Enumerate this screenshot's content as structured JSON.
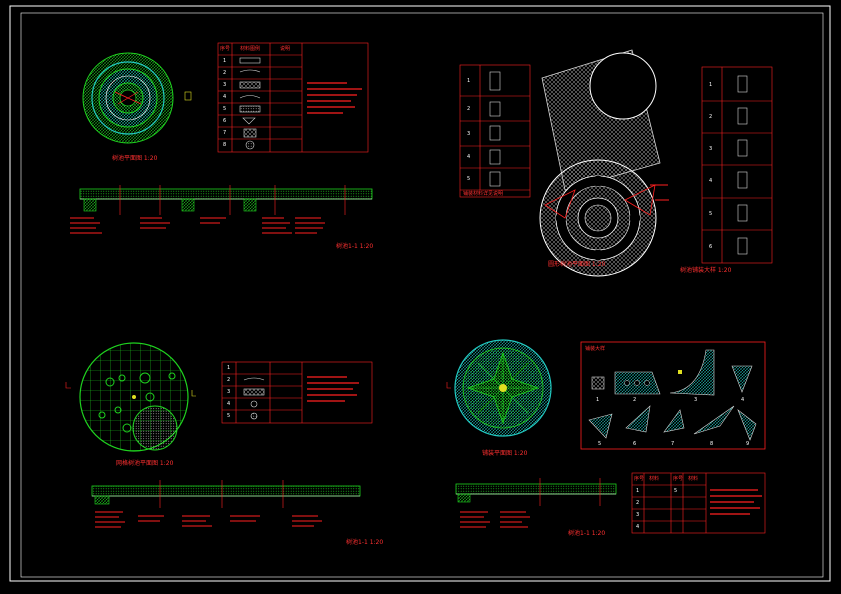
{
  "drawing": {
    "colors": {
      "background": "#000000",
      "frame": "#ffffff",
      "annotation": "#ff2020",
      "hatch_green": "#20e020",
      "hatch_cyan": "#20d0c8",
      "hatch_white": "#d8d8d8",
      "accent_yellow": "#e0e020"
    },
    "panel_tl": {
      "plan_title": "树池平面图 1:20",
      "section_title": "树池1-1 1:20",
      "table_header": [
        "序号",
        "材料图例",
        "说明"
      ],
      "table_index": [
        "1",
        "2",
        "3",
        "4",
        "5",
        "6",
        "7",
        "8"
      ]
    },
    "panel_tr": {
      "plan_title": "圆形树池平面图 1:20",
      "detail_title": "树池铺装大样 1:20",
      "left_table_note": "铺装材料详见说明",
      "left_table_index": [
        "1",
        "2",
        "3",
        "4",
        "5"
      ],
      "right_table_index": [
        "1",
        "2",
        "3",
        "4",
        "5",
        "6"
      ]
    },
    "panel_bl": {
      "plan_title": "网格树池平面图 1:20",
      "section_title": "树池1-1 1:20",
      "table_index": [
        "1",
        "2",
        "3",
        "4",
        "5"
      ]
    },
    "panel_br": {
      "plan_title": "铺装平面图 1:20",
      "section_title": "树池1-1 1:20",
      "detail_box_title": "铺装大样",
      "detail_index": [
        "1",
        "2",
        "3",
        "4",
        "5",
        "6",
        "7",
        "8",
        "9"
      ],
      "table_header": [
        "序号",
        "材料",
        "序号",
        "材料"
      ],
      "table_index": [
        "1",
        "2",
        "3",
        "4",
        "5"
      ]
    }
  }
}
